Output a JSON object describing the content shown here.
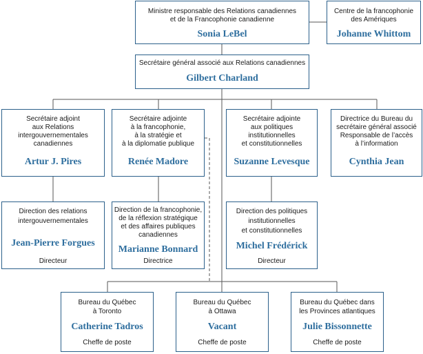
{
  "minister": {
    "title_1": "Ministre responsable des Relations canadiennes",
    "title_2": "et de la Francophonie canadienne",
    "name": "Sonia LeBel"
  },
  "centre": {
    "title_1": "Centre de la francophonie",
    "title_2": "des Amériques",
    "name": "Johanne Whittom"
  },
  "secretary_general": {
    "title_1": "Secrétaire général associé aux Relations canadiennes",
    "name": "Gilbert Charland"
  },
  "adjoint_relations": {
    "title_1": "Secrétaire adjoint",
    "title_2": "aux Relations",
    "title_3": "intergouvernementales",
    "title_4": "canadiennes",
    "name": "Artur J. Pires"
  },
  "adjoint_francophonie": {
    "title_1": "Secrétaire adjointe",
    "title_2": "à la francophonie,",
    "title_3": "à la stratégie et",
    "title_4": "à la diplomatie publique",
    "name": "Renée Madore"
  },
  "adjoint_politiques": {
    "title_1": "Secrétaire adjointe",
    "title_2": "aux politiques",
    "title_3": "institutionnelles",
    "title_4": "et constitutionnelles",
    "name": "Suzanne Levesque"
  },
  "directrice_bureau": {
    "title_1": "Directrice du Bureau du",
    "title_2": "secrétaire général associé",
    "title_3": "Responsable de l’accès",
    "title_4": "à l’information",
    "name": "Cynthia Jean"
  },
  "direction_relations": {
    "title_1": "Direction des relations",
    "title_2": "intergouvernementales",
    "name": "Jean-Pierre Forgues",
    "role": "Directeur"
  },
  "direction_francophonie": {
    "title_1": "Direction de la francophonie,",
    "title_2": "de la réflexion stratégique",
    "title_3": "et des affaires publiques",
    "title_4": "canadiennes",
    "name": "Marianne Bonnard",
    "role": "Directrice"
  },
  "direction_politiques": {
    "title_1": "Direction des politiques",
    "title_2": "institutionnelles",
    "title_3": "et constitutionnelles",
    "name": "Michel Frédérick",
    "role": "Directeur"
  },
  "bureau_toronto": {
    "title_1": "Bureau du Québec",
    "title_2": "à Toronto",
    "name": "Catherine Tadros",
    "role": "Cheffe de poste"
  },
  "bureau_ottawa": {
    "title_1": "Bureau du Québec",
    "title_2": "à Ottawa",
    "name": "Vacant",
    "role": "Cheffe de poste"
  },
  "bureau_atlantique": {
    "title_1": "Bureau du Québec dans",
    "title_2": "les Provinces atlantiques",
    "name": "Julie Bissonnette",
    "role": "Cheffe de poste"
  },
  "colors": {
    "border": "#2a5f8a",
    "name": "#2e6e9e",
    "line": "#555555"
  }
}
